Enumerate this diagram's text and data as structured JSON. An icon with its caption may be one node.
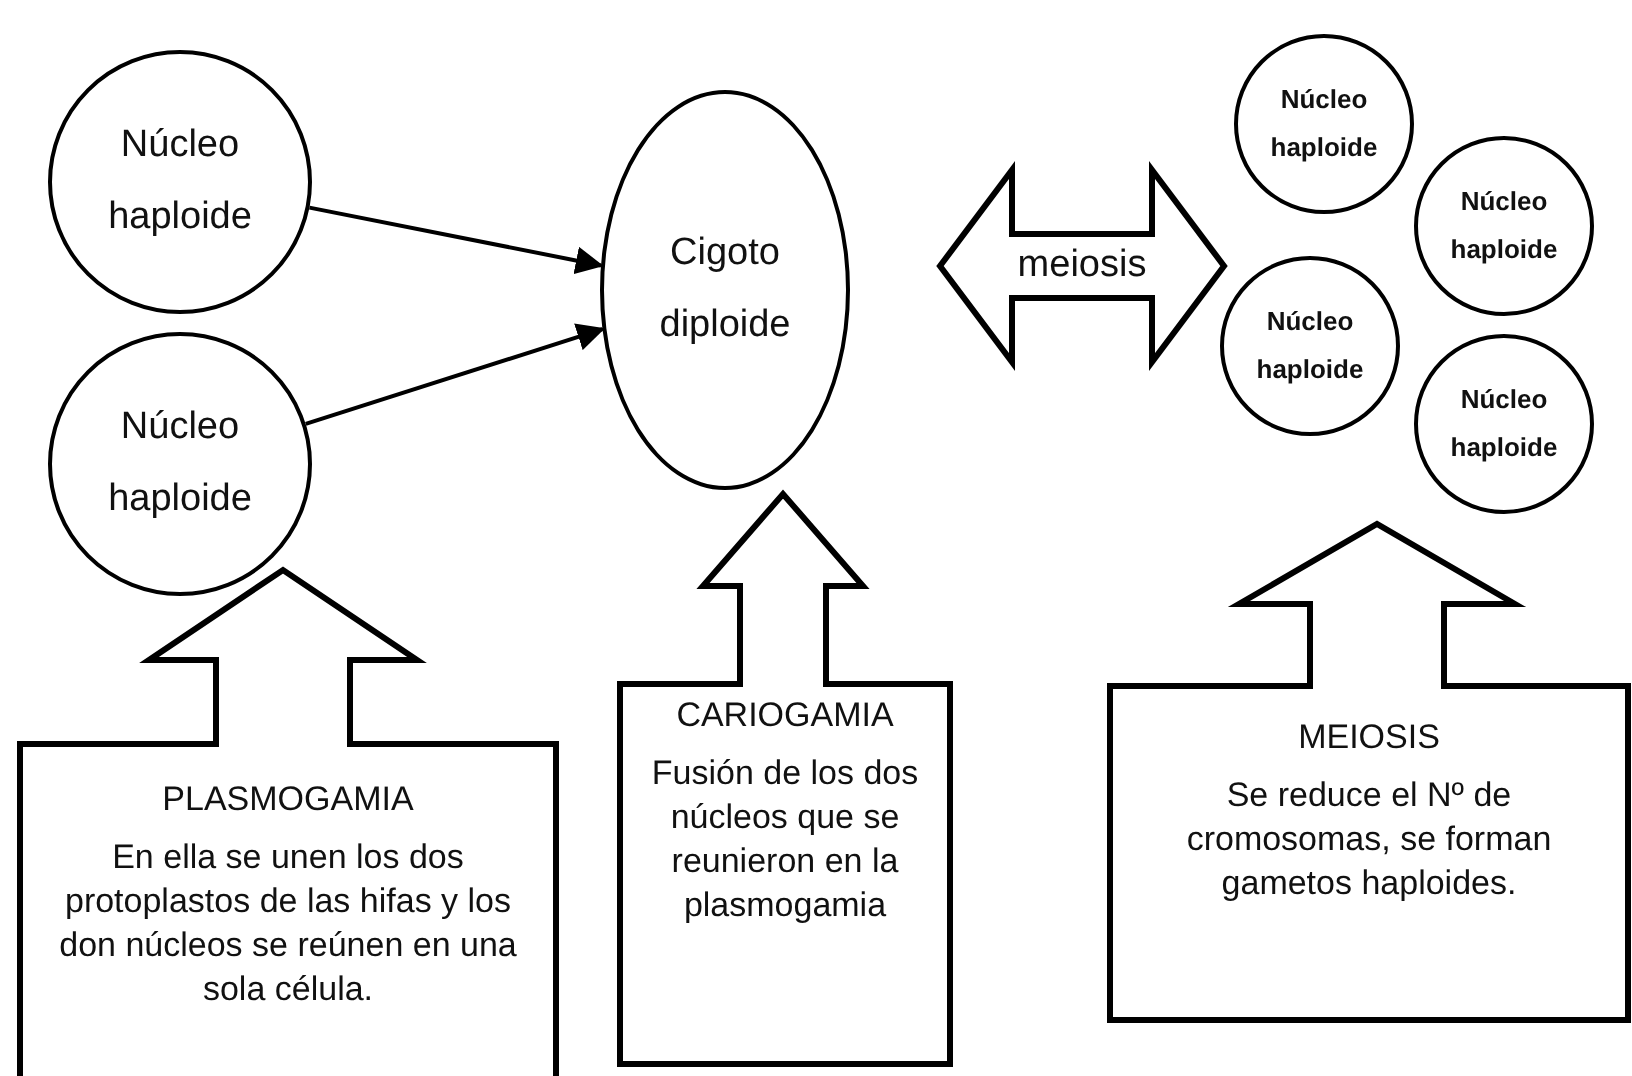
{
  "diagram": {
    "nodes": [
      {
        "text": [
          "Núcleo haploide"
        ]
      },
      {
        "text": [
          "Núcleo haploide"
        ]
      },
      {
        "text": [
          "Cigoto diploide"
        ]
      },
      {
        "text": [
          "meiosis"
        ]
      },
      {
        "text": [
          "Núcleo haploide"
        ]
      },
      {
        "text": [
          "Núcleo haploide"
        ]
      },
      {
        "text": [
          "Núcleo haploide"
        ]
      },
      {
        "text": [
          "Núcleo haploide"
        ]
      },
      {
        "text": [
          "PLASMOGAMIA",
          "En ella se unen los dos protoplastos de las hifas y los don núcleos se reúnen en una sola célula."
        ]
      },
      {
        "text": [
          "CARIOGAMIA",
          "Fusión de los dos núcleos que se reunieron en la plasmogamia"
        ]
      },
      {
        "text": [
          "MEIOSIS",
          "Se reduce el Nº de cromosomas, se forman gametos haploides."
        ]
      }
    ],
    "edges": [
      {
        "from": 0,
        "to": 2,
        "arrow": "to"
      },
      {
        "from": 1,
        "to": 2,
        "arrow": "to"
      }
    ]
  }
}
